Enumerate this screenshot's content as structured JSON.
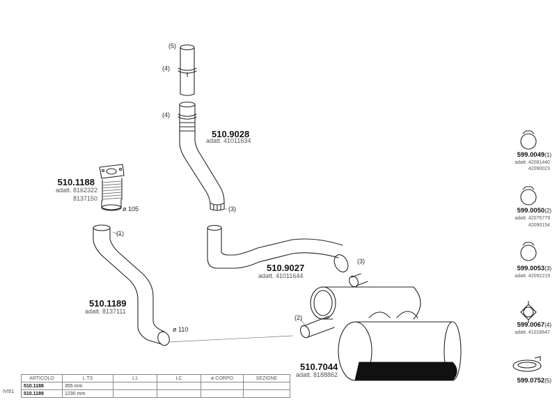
{
  "parts": {
    "p1": {
      "code": "510.1188",
      "adatt": [
        "adatt. 8162322",
        "8137150"
      ],
      "diameter": "ø 105"
    },
    "p2": {
      "code": "510.9028",
      "adatt": "adatt. 41011634"
    },
    "p3": {
      "code": "510.1189",
      "adatt": "adatt. 8137111",
      "diameter": "ø 110"
    },
    "p4": {
      "code": "510.9027",
      "adatt": "adatt. 41011644"
    },
    "p5": {
      "code": "510.7044",
      "adatt": "adatt. 8188862"
    }
  },
  "callouts": {
    "c1": "(1)",
    "c2": "(2)",
    "c3a": "(3)",
    "c3b": "(3)",
    "c4a": "(4)",
    "c4b": "(4)",
    "c5": "(5)"
  },
  "side_parts": [
    {
      "code": "599.0049",
      "num": "(1)",
      "adatt": [
        "adatt. 42081440",
        "42090023"
      ]
    },
    {
      "code": "599.0050",
      "num": "(2)",
      "adatt": [
        "adatt. 42075779",
        "42090154"
      ]
    },
    {
      "code": "599.0053",
      "num": "(3)",
      "adatt": [
        "adatt. 42092219"
      ]
    },
    {
      "code": "599.0067",
      "num": "(4)",
      "adatt": [
        "adatt. 41018647"
      ]
    },
    {
      "code": "599.0752",
      "num": "(5)",
      "adatt": []
    }
  ],
  "table": {
    "headers": [
      "ARTICOLO",
      "L.TS",
      "L1",
      "LC",
      "ø CORPO",
      "SEZIONE"
    ],
    "rows": [
      {
        "article": "510.1188",
        "lts": "355 mm"
      },
      {
        "article": "510.1189",
        "lts": "1230 mm"
      }
    ],
    "side_label": "IVI51"
  }
}
